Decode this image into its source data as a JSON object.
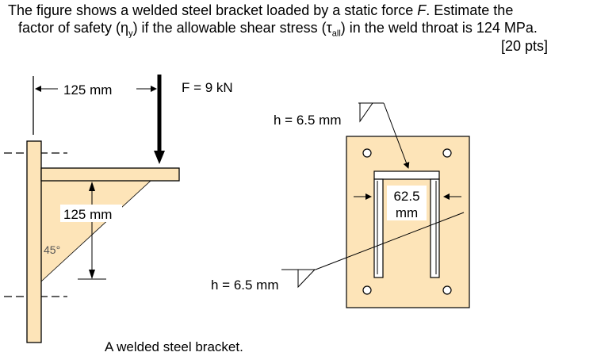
{
  "problem": {
    "line1_a": "The figure shows a welded steel bracket loaded by a static force ",
    "line1_f": "F",
    "line1_b": ". Estimate the",
    "line2": "factor of safety (η",
    "line2_sub": "y",
    "line2_b": ") if the allowable shear stress (τ",
    "line2_sub2": "all",
    "line2_c": ") in the weld throat is 124 MPa.",
    "points": "[20 pts]"
  },
  "figure": {
    "dim_horizontal": "125 mm",
    "force_label": "F = 9 kN",
    "dim_vertical": "125 mm",
    "angle_label": "45°",
    "weld_top_label": "h = 6.5 mm",
    "weld_bottom_label": "h = 6.5 mm",
    "gap_value": "62.5",
    "gap_unit": "mm",
    "caption": "A welded steel bracket."
  }
}
